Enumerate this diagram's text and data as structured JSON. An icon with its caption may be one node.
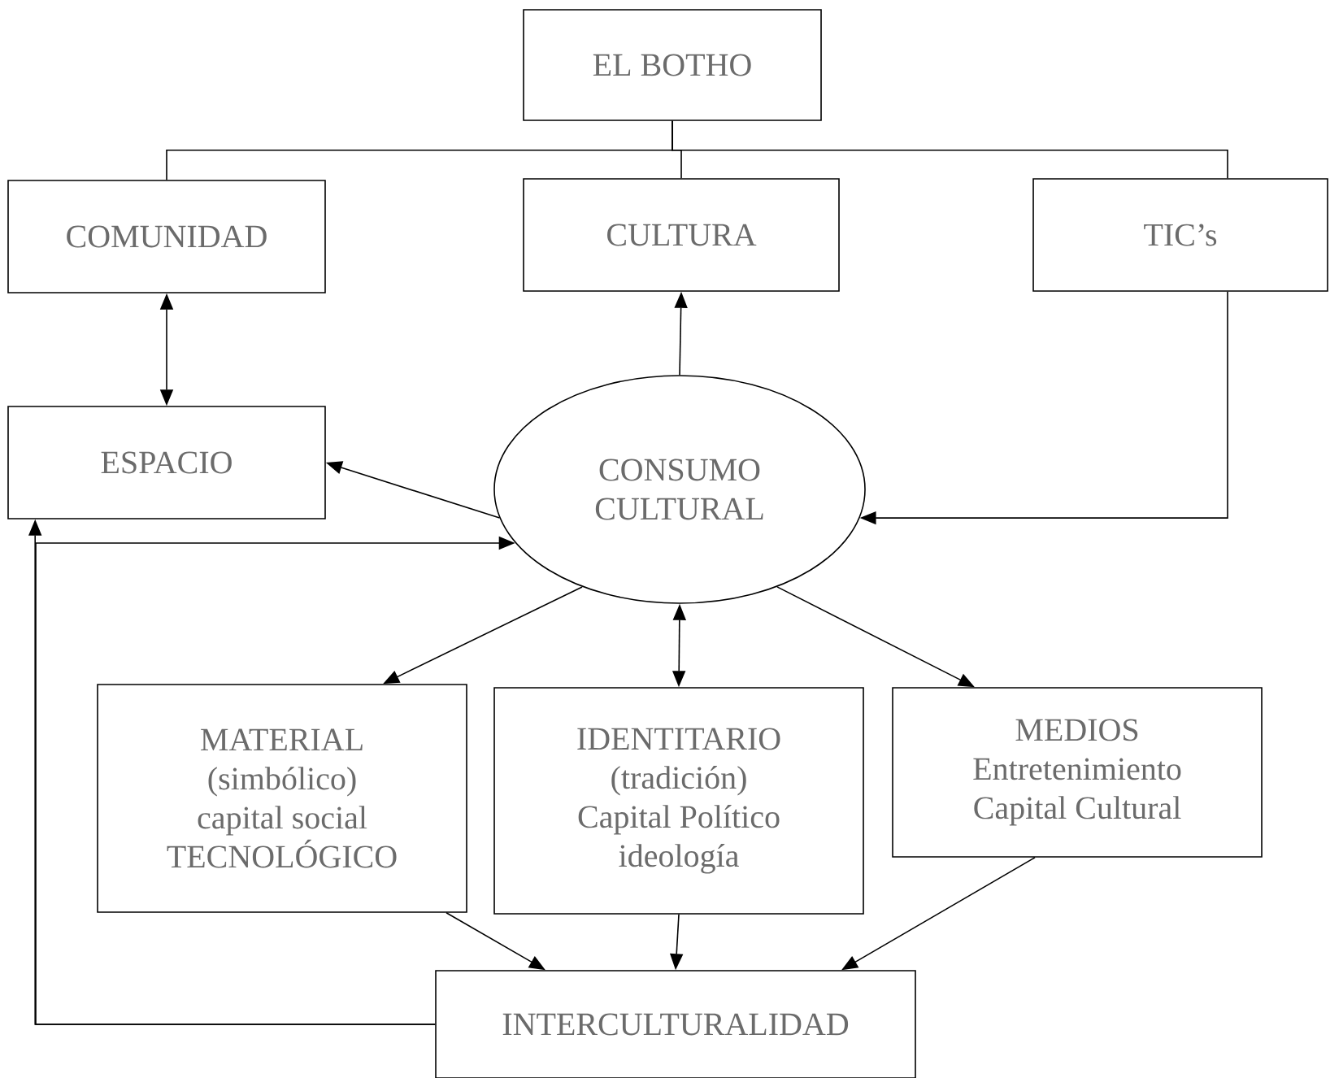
{
  "diagram": {
    "nodes": [
      {
        "text": [
          "EL BOTHO"
        ]
      },
      {
        "text": [
          "COMUNIDAD"
        ]
      },
      {
        "text": [
          "CULTURA"
        ]
      },
      {
        "text": [
          "TIC’s"
        ]
      },
      {
        "text": [
          "ESPACIO"
        ]
      },
      {
        "text": [
          "CONSUMO",
          "CULTURAL"
        ]
      },
      {
        "text": [
          "MATERIAL",
          "(simbólico)",
          "capital social",
          "TECNOLÓGICO"
        ]
      },
      {
        "text": [
          "IDENTITARIO",
          "(tradición)",
          "Capital Político",
          "ideología"
        ]
      },
      {
        "text": [
          "MEDIOS",
          "Entretenimiento",
          "Capital Cultural"
        ]
      },
      {
        "text": [
          "INTERCULTURALIDAD"
        ]
      }
    ],
    "edges": [
      {
        "from": 0,
        "to": 1,
        "arrow": "none"
      },
      {
        "from": 0,
        "to": 2,
        "arrow": "none"
      },
      {
        "from": 0,
        "to": 3,
        "arrow": "none"
      },
      {
        "from": 1,
        "to": 4,
        "arrow": "both"
      },
      {
        "from": 5,
        "to": 2,
        "arrow": "to"
      },
      {
        "from": 3,
        "to": 5,
        "arrow": "to"
      },
      {
        "from": 5,
        "to": 4,
        "arrow": "to"
      },
      {
        "from": 9,
        "to": 4,
        "arrow": "to"
      },
      {
        "from": 9,
        "to": 5,
        "arrow": "to"
      },
      {
        "from": 5,
        "to": 6,
        "arrow": "to"
      },
      {
        "from": 5,
        "to": 7,
        "arrow": "both"
      },
      {
        "from": 5,
        "to": 8,
        "arrow": "to"
      },
      {
        "from": 6,
        "to": 9,
        "arrow": "to"
      },
      {
        "from": 7,
        "to": 9,
        "arrow": "to"
      },
      {
        "from": 8,
        "to": 9,
        "arrow": "to"
      }
    ]
  }
}
